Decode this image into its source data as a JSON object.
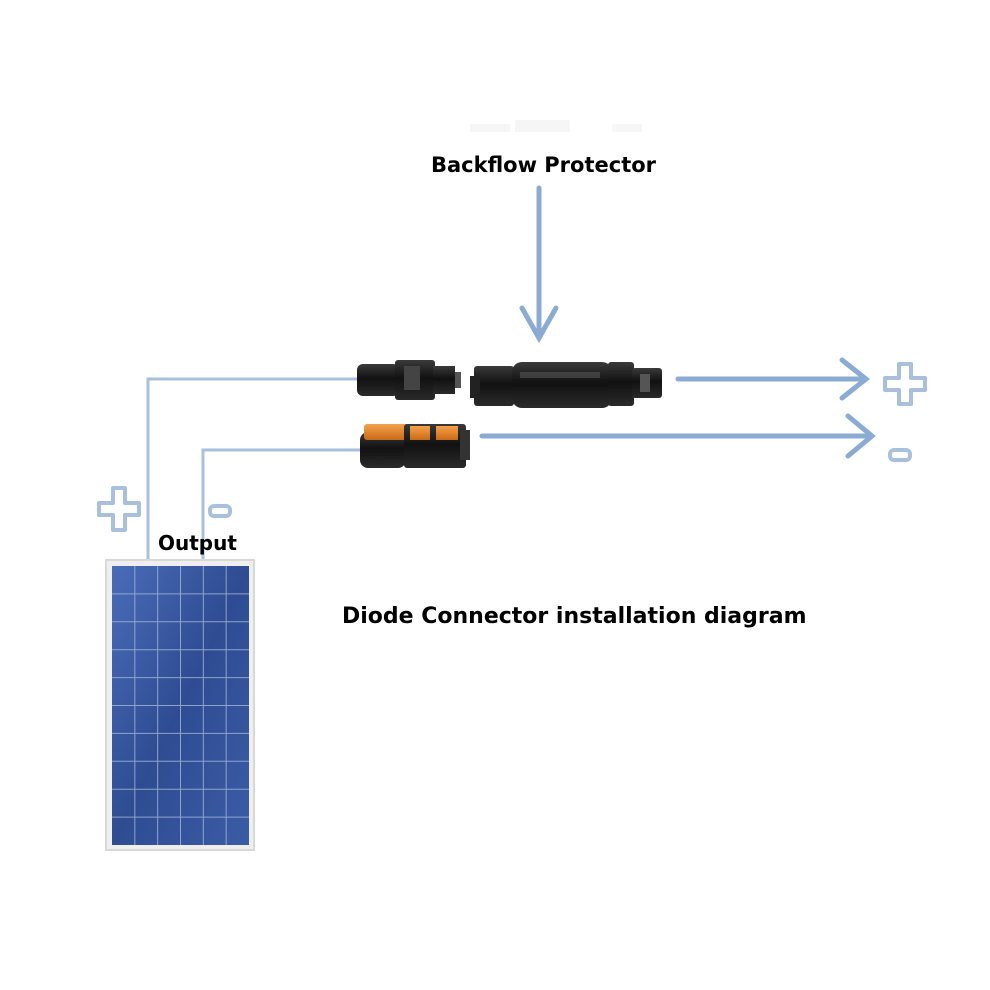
{
  "diagram": {
    "backflow_label": "Backflow Protector",
    "output_label": "Output",
    "caption": "Diode Connector installation diagram",
    "positive_symbol": "+",
    "negative_symbol": "-"
  },
  "colors": {
    "wire": "#a9c0dc",
    "arrow": "#8cabd3",
    "panel_cell": "#3a5aa0",
    "panel_grid": "#9fb2d8",
    "panel_frame": "#e8e8e8",
    "connector_body": "#1a1a1a",
    "connector_orange": "#e88a2a"
  }
}
